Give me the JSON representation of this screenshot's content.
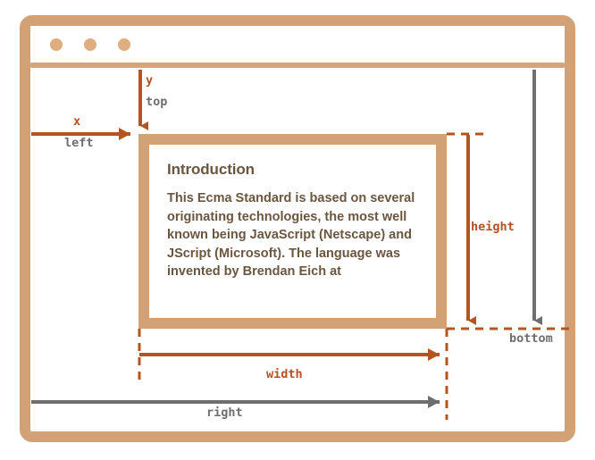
{
  "diagram": {
    "title": "CSS box position and size measurements diagram",
    "colors": {
      "frame_tan": "#d2a276",
      "accent_rust": "#b35325",
      "accent_rust_arrow": "#b4551f",
      "muted_gray": "#6e6e6e",
      "text_brown": "#6b5640",
      "dot_tan": "#dfad7f",
      "background": "#ffffff"
    }
  },
  "browser": {
    "window_dots": [
      {
        "name": "window-dot-1"
      },
      {
        "name": "window-dot-2"
      },
      {
        "name": "window-dot-3"
      }
    ]
  },
  "card": {
    "heading": "Introduction",
    "body": "This Ecma Standard is based on several originating technologies, the most well known being JavaScript (Netscape) and JScript (Microsoft). The language was invented by Brendan Eich at"
  },
  "measurements": {
    "y": {
      "label": "y",
      "style": "accent",
      "kind": "vertical-arrow-down"
    },
    "top": {
      "label": "top",
      "style": "muted",
      "kind": "vertical-arrow-down"
    },
    "x": {
      "label": "x",
      "style": "accent",
      "kind": "horizontal-arrow-right"
    },
    "left": {
      "label": "left",
      "style": "muted",
      "kind": "horizontal-arrow-right"
    },
    "height": {
      "label": "height",
      "style": "accent",
      "kind": "vertical-arrow-down"
    },
    "bottom": {
      "label": "bottom",
      "style": "muted",
      "kind": "vertical-arrow-down"
    },
    "width": {
      "label": "width",
      "style": "accent",
      "kind": "horizontal-arrow-right"
    },
    "right": {
      "label": "right",
      "style": "muted",
      "kind": "horizontal-arrow-right"
    }
  }
}
